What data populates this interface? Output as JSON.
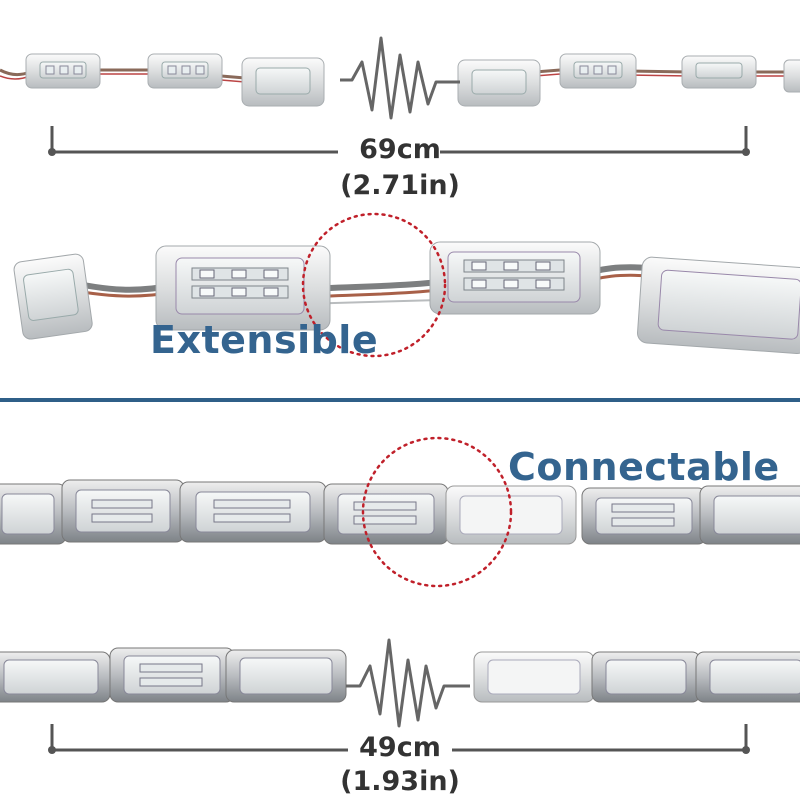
{
  "top_measure": {
    "cm": "69cm",
    "inch": "(2.71in)"
  },
  "bottom_measure": {
    "cm": "49cm",
    "inch": "(1.93in)"
  },
  "labels": {
    "extensible": "Extensible",
    "connectable": "Connectable"
  },
  "colors": {
    "accent_blue": "#34648f",
    "divider": "#2f5f88",
    "dimension_gray": "#555555",
    "dotted_circle_red": "#c0202a"
  }
}
